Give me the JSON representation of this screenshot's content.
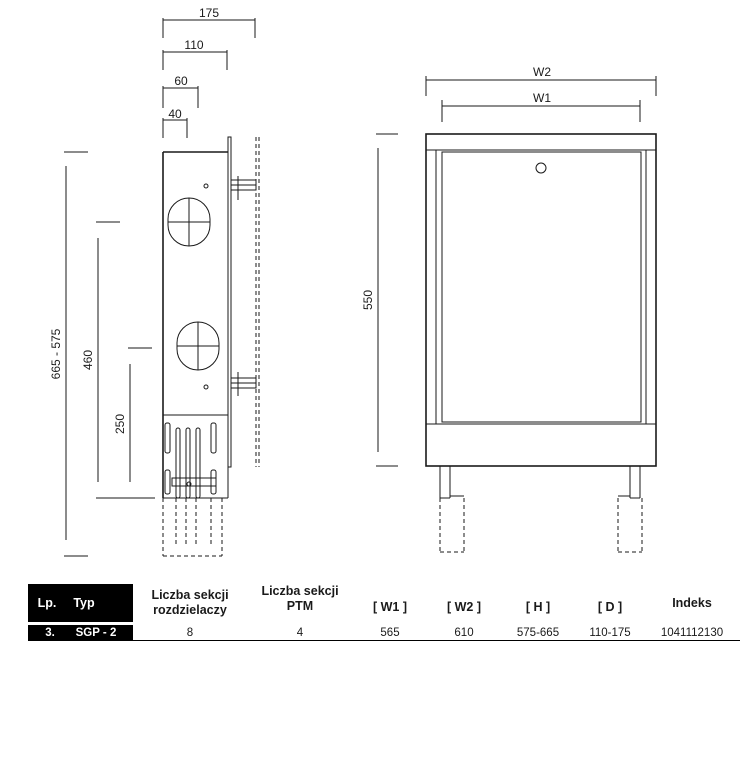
{
  "side_view": {
    "dims_top": [
      "175",
      "110",
      "60",
      "40"
    ],
    "dims_left": [
      "665 - 575",
      "460",
      "250"
    ]
  },
  "front_view": {
    "dim_w2": "W2",
    "dim_w1": "W1",
    "dim_height": "550"
  },
  "table": {
    "headers": {
      "lp": "Lp.",
      "typ": "Typ",
      "sekcje_rozdz_1": "Liczba sekcji",
      "sekcje_rozdz_2": "rozdzielaczy",
      "sekcje_ptm_1": "Liczba sekcji",
      "sekcje_ptm_2": "PTM",
      "w1": "[ W1 ]",
      "w2": "[ W2 ]",
      "h": "[ H ]",
      "d": "[ D ]",
      "indeks": "Indeks"
    },
    "row": {
      "lp": "3.",
      "typ": "SGP - 2",
      "sekcje_rozdz": "8",
      "sekcje_ptm": "4",
      "w1": "565",
      "w2": "610",
      "h": "575-665",
      "d": "110-175",
      "indeks": "1041112130"
    }
  }
}
